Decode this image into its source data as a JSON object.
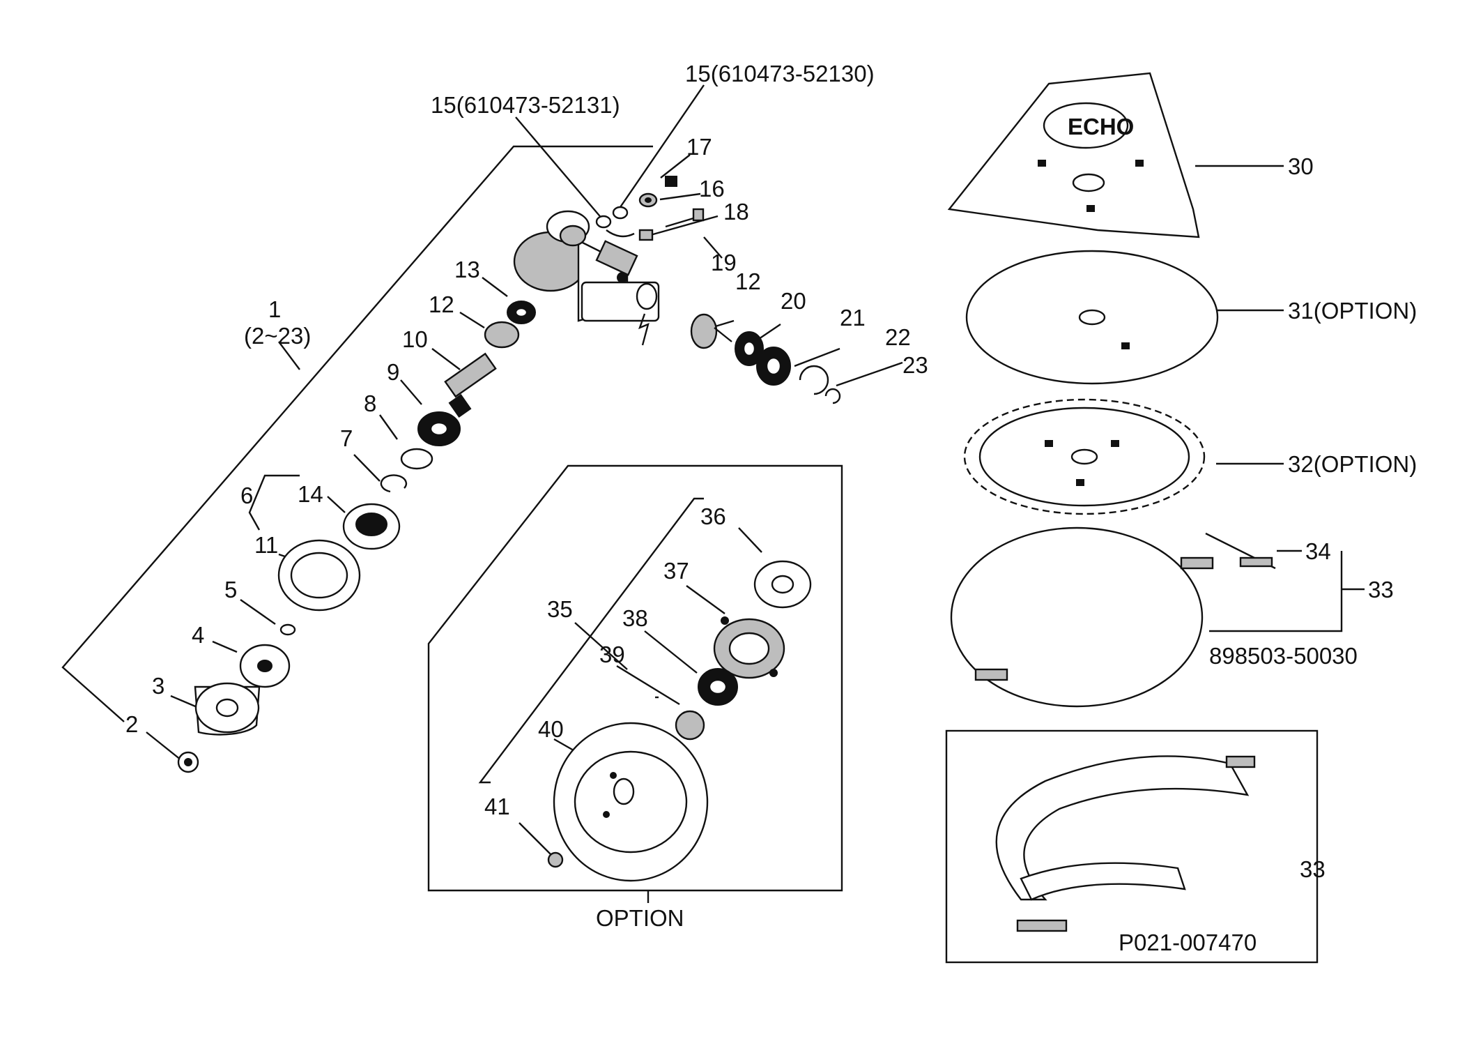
{
  "labels": {
    "p15a": "15(610473-52130)",
    "p15b": "15(610473-52131)",
    "p17": "17",
    "p16": "16",
    "p18": "18",
    "p19": "19",
    "p13": "13",
    "p12a": "12",
    "p12b": "12",
    "p1": "1",
    "p1range": "(2~23)",
    "p10": "10",
    "p9": "9",
    "p8": "8",
    "p7": "7",
    "p6": "6",
    "p14": "14",
    "p11": "11",
    "p5": "5",
    "p4": "4",
    "p3": "3",
    "p2": "2",
    "p20": "20",
    "p21": "21",
    "p22": "22",
    "p23": "23",
    "p30": "30",
    "p31": "31(OPTION)",
    "p32": "32(OPTION)",
    "p34": "34",
    "p33a": "33",
    "p898": "898503-50030",
    "p33b": "33",
    "p021": "P021-007470",
    "p36": "36",
    "p37": "37",
    "p35": "35",
    "p38": "38",
    "p39": "39",
    "p40": "40",
    "p41": "41",
    "option": "OPTION",
    "blade_logo": "ECHO"
  },
  "colors": {
    "line": "#111111",
    "background": "#ffffff",
    "fill_grey": "#bdbdbd"
  }
}
